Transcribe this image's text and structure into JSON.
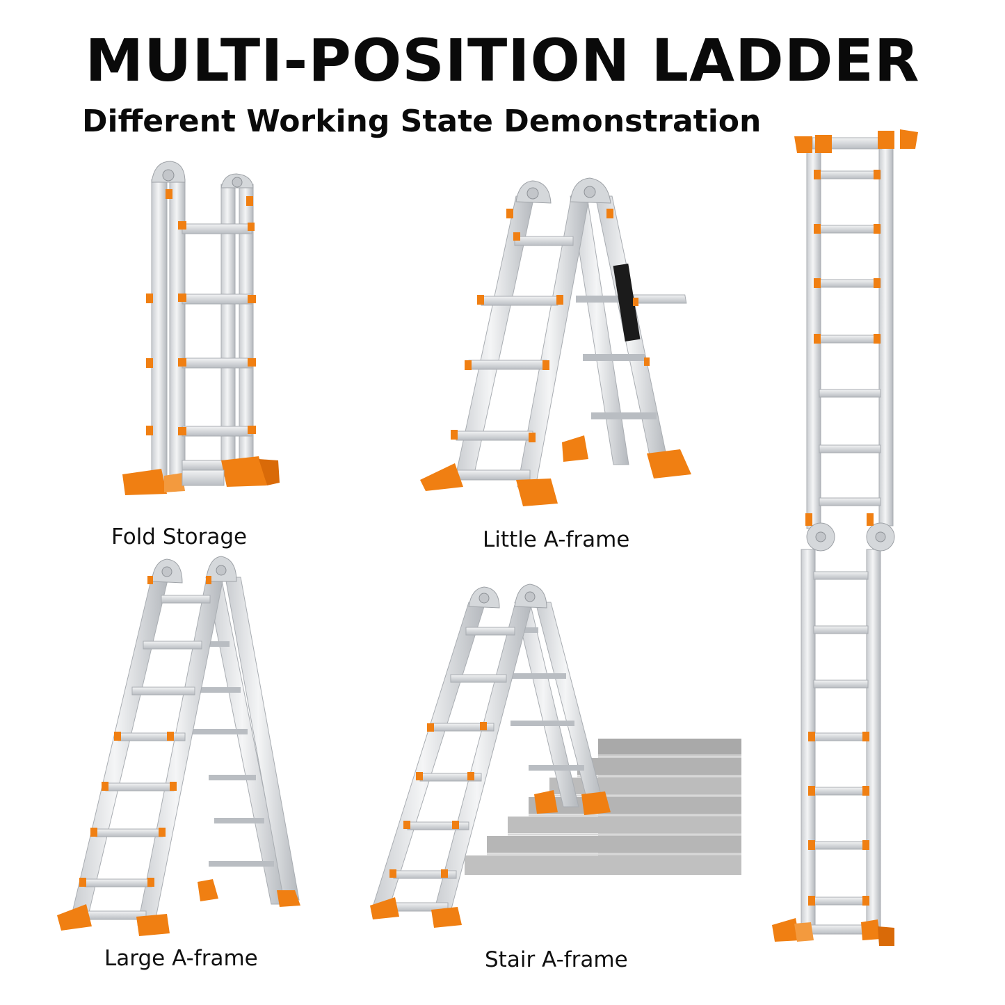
{
  "header": {
    "title": "MULTI-POSITION LADDER",
    "subtitle": "Different Working State Demonstration"
  },
  "positions": [
    {
      "label": "Fold Storage"
    },
    {
      "label": "Little A-frame"
    },
    {
      "label": "Large A-frame"
    },
    {
      "label": "Stair A-frame"
    }
  ],
  "colors": {
    "aluminum": "#e4e6e8",
    "aluminum_edge": "#a9adb2",
    "accent_orange": "#f07f12",
    "stairs": "#b9b9b9",
    "text": "#0a0a0a"
  },
  "icons": [
    "ladder-illustration",
    "stairs-illustration",
    "hinge-icon"
  ]
}
